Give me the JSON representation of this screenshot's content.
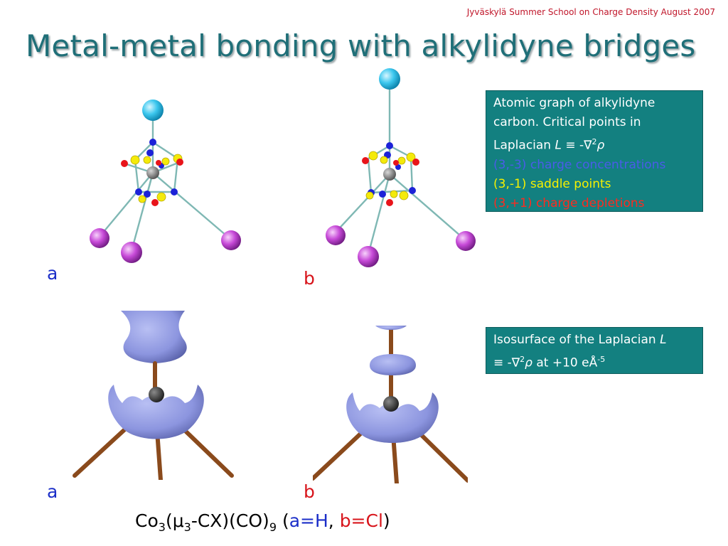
{
  "header_note": "Jyväskylä Summer School  on Charge Density August 2007",
  "title": "Metal-metal bonding with alkylidyne bridges",
  "labels": {
    "top_a": "a",
    "top_b": "b",
    "bottom_a": "a",
    "bottom_b": "b"
  },
  "infobox1": {
    "line1": "Atomic graph of alkylidyne",
    "line2": "carbon. Critical points in",
    "line3_prefix": "Laplacian ",
    "line3_L": "L",
    "line3_equiv": " ≡  -∇",
    "line3_sup": "2",
    "line3_rho": "ρ",
    "cc_prefix": "(3,-3)",
    "cc_text": " charge concentrations",
    "sp_prefix": "(3,-1)",
    "sp_text": " saddle points",
    "cd_prefix": "(3,+1)",
    "cd_text": " charge depletions"
  },
  "infobox2": {
    "line1_prefix": "Isosurface of the Laplacian ",
    "line1_L": "L",
    "line2_equiv": "≡  -∇",
    "line2_sup": "2",
    "line2_rho": "ρ",
    "line2_rest": " at +10 eÅ",
    "line2_exp": "-5"
  },
  "formula": {
    "co": "Co",
    "co_sub": "3",
    "mu_open": "(μ",
    "mu_sub": "3",
    "rest": "-CX)(CO)",
    "rest_sub": "9",
    "paren_open": " (",
    "a_text": "a=H",
    "comma": ",  ",
    "b_text": "b=Cl",
    "paren_close": ")"
  },
  "colors": {
    "title": "#1f6f78",
    "header_note": "#c0162a",
    "infobox_bg": "#138080",
    "label_a": "#1b2ec8",
    "label_b": "#d8141b",
    "cc": "#4a5ce8",
    "sp": "#f6f000",
    "cd": "#ff2a1f",
    "isosurface": "#8c95df",
    "bond_rod": "#8a4a1c",
    "cobalt_atom": "#c74ad8",
    "apex_atom": "#3cc7ee"
  }
}
